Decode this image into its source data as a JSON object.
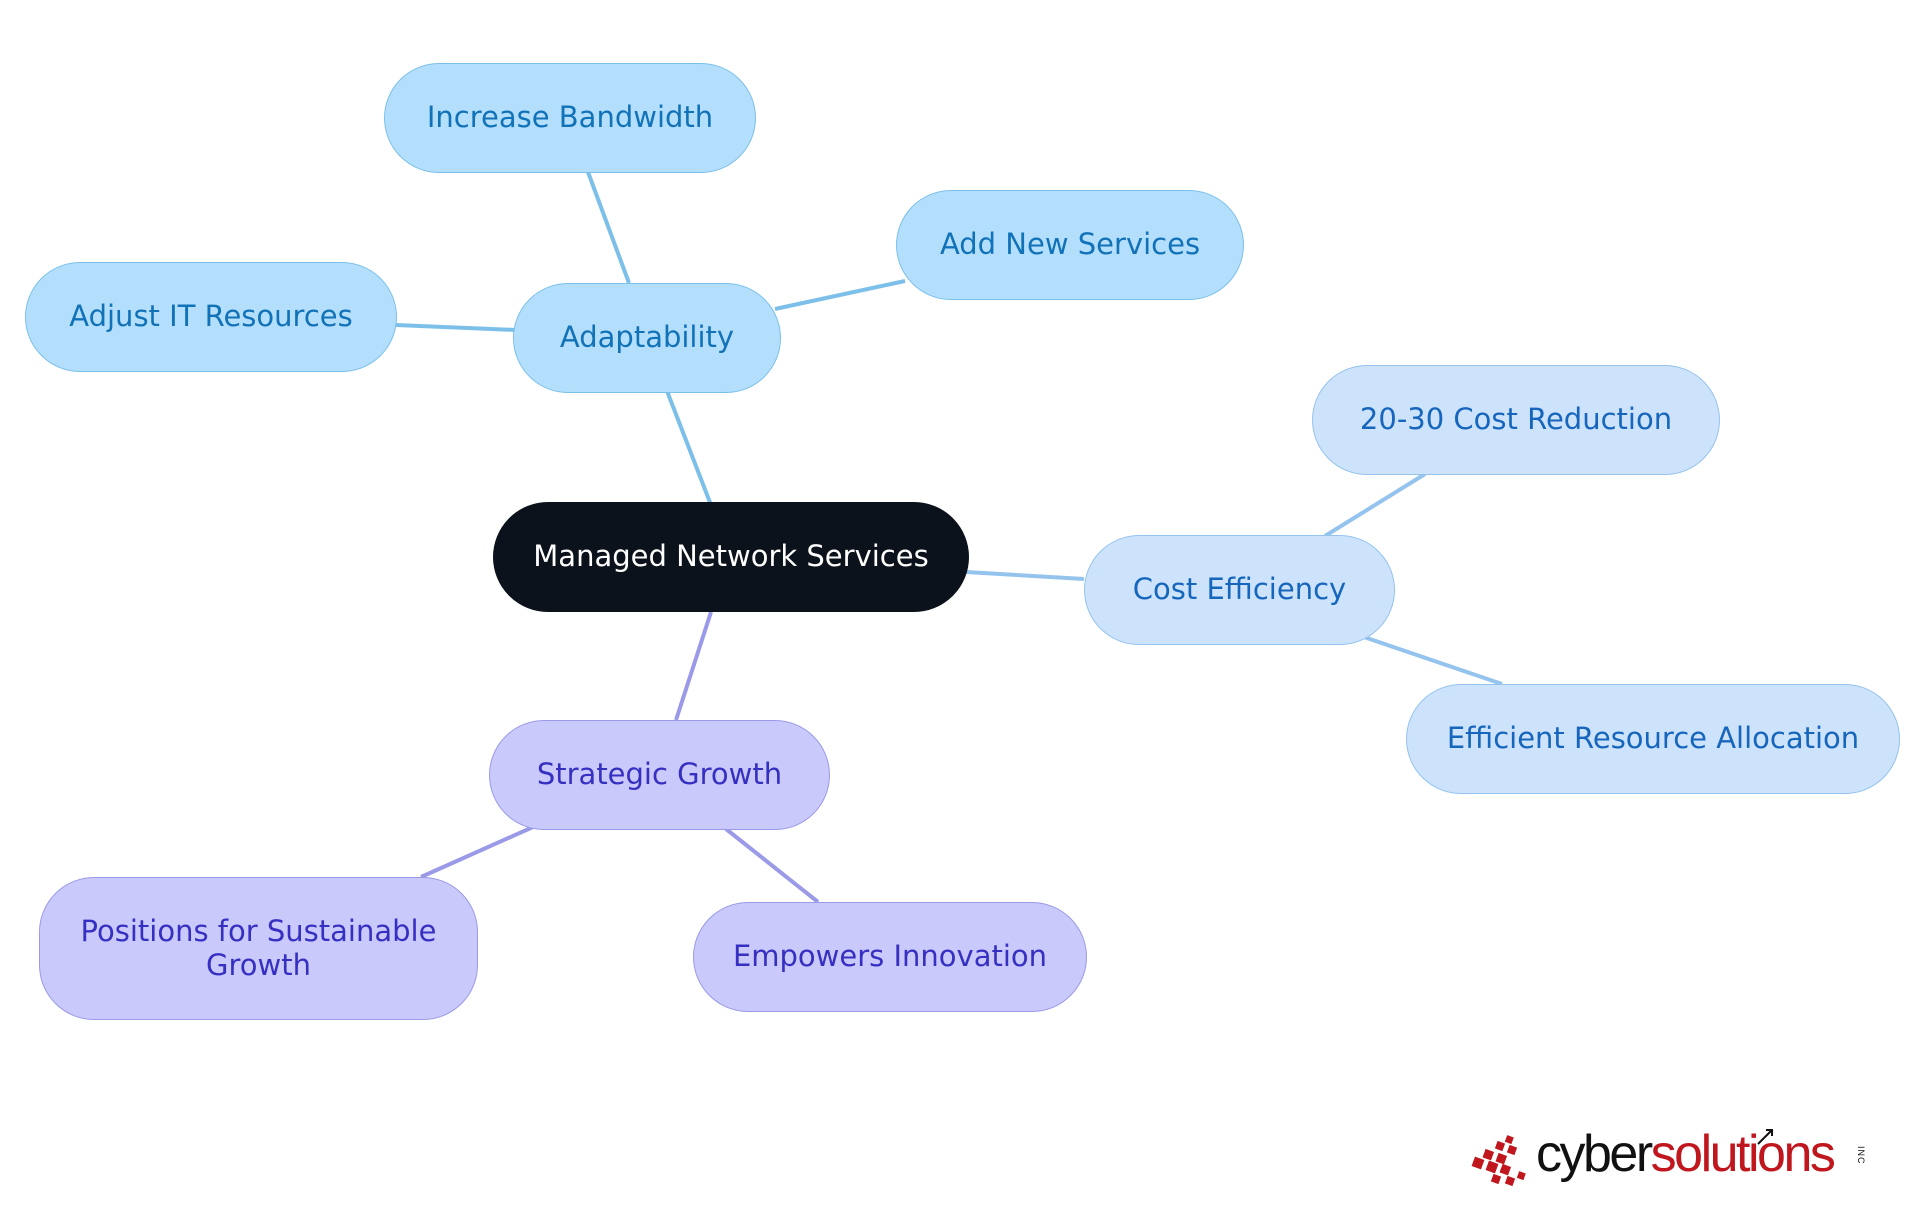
{
  "diagram": {
    "root": {
      "label": "Managed Network Services",
      "color": "#0c121b"
    },
    "branches": [
      {
        "label": "Adaptability",
        "color": "#7cc0ea",
        "children": [
          {
            "label": "Increase Bandwidth"
          },
          {
            "label": "Add New Services"
          },
          {
            "label": "Adjust IT Resources"
          }
        ]
      },
      {
        "label": "Cost Efficiency",
        "color": "#94c3ee",
        "children": [
          {
            "label": "20-30 Cost Reduction"
          },
          {
            "label": "Efficient Resource Allocation"
          }
        ]
      },
      {
        "label": "Strategic Growth",
        "color": "#9a9ae8",
        "children": [
          {
            "label": "Positions for Sustainable Growth"
          },
          {
            "label": "Empowers Innovation"
          }
        ]
      }
    ]
  },
  "logo": {
    "word_part1": "cyber",
    "word_part2": "solutions",
    "suffix": "INC",
    "colors": {
      "dark": "#111111",
      "red": "#c0161d"
    }
  }
}
